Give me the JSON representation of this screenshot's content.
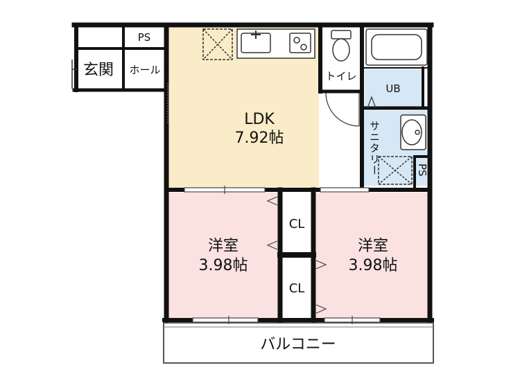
{
  "rooms": {
    "genkan": "玄関",
    "hall": "ホール",
    "ps_top": "PS",
    "ldk_name": "LDK",
    "ldk_size": "7.92帖",
    "toilet": "トイレ",
    "ub": "UB",
    "sanitary": "サニタリー",
    "ps_side": "PS",
    "cl_upper": "CL",
    "cl_lower": "CL",
    "room1_name": "洋室",
    "room1_size": "3.98帖",
    "room2_name": "洋室",
    "room2_size": "3.98帖",
    "balcony": "バルコニー"
  },
  "colors": {
    "ldk": "#faecc8",
    "western_room": "#fbe1e0",
    "wet_area": "#d6e8f6",
    "wall": "#111111",
    "floor_white": "#ffffff"
  }
}
